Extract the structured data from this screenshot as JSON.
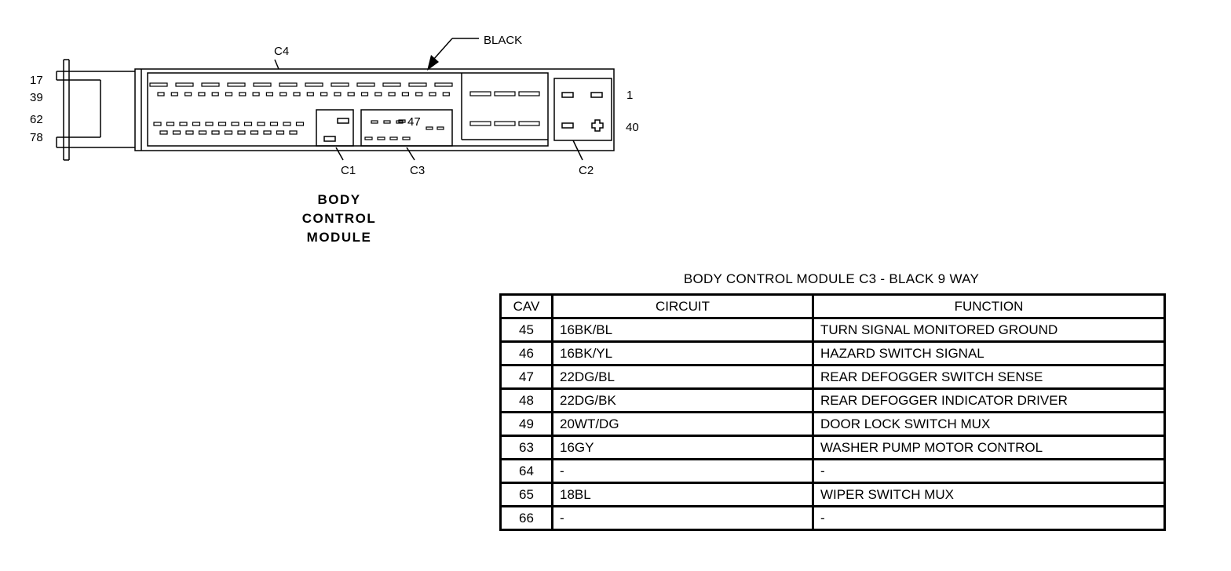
{
  "diagram": {
    "color_label": "BLACK",
    "connector_labels": {
      "c1": "C1",
      "c2": "C2",
      "c3": "C3",
      "c4": "C4"
    },
    "left_pins": [
      "17",
      "39",
      "62",
      "78"
    ],
    "right_pins": [
      "1",
      "40"
    ],
    "inner_pin": "47",
    "module_title": [
      "BODY",
      "CONTROL",
      "MODULE"
    ]
  },
  "table": {
    "title": "BODY CONTROL MODULE C3 - BLACK 9 WAY",
    "headers": [
      "CAV",
      "CIRCUIT",
      "FUNCTION"
    ],
    "rows": [
      [
        "45",
        "16BK/BL",
        "TURN SIGNAL MONITORED GROUND"
      ],
      [
        "46",
        "16BK/YL",
        "HAZARD SWITCH SIGNAL"
      ],
      [
        "47",
        "22DG/BL",
        "REAR DEFOGGER SWITCH SENSE"
      ],
      [
        "48",
        "22DG/BK",
        "REAR DEFOGGER INDICATOR DRIVER"
      ],
      [
        "49",
        "20WT/DG",
        "DOOR LOCK SWITCH MUX"
      ],
      [
        "63",
        "16GY",
        "WASHER PUMP MOTOR CONTROL"
      ],
      [
        "64",
        "-",
        "-"
      ],
      [
        "65",
        "18BL",
        "WIPER SWITCH MUX"
      ],
      [
        "66",
        "-",
        "-"
      ]
    ]
  }
}
